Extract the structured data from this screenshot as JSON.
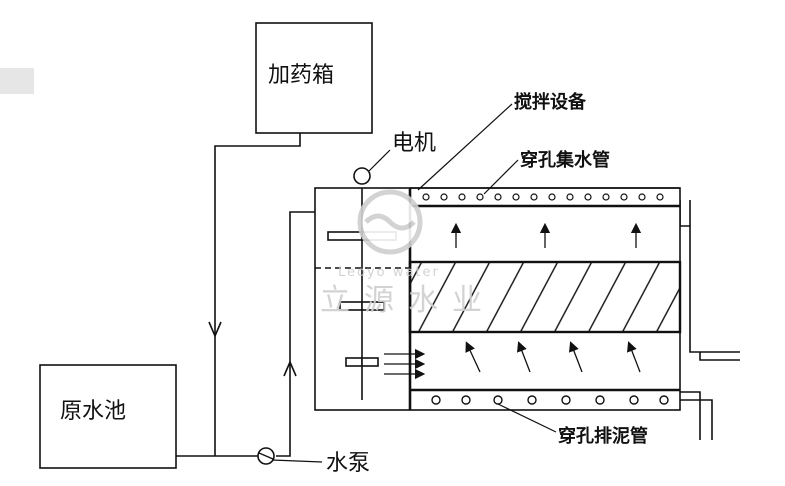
{
  "labels": {
    "dosing_tank": "加药箱",
    "motor": "电机",
    "mixing_equipment": "搅拌设备",
    "perforated_collector": "穿孔集水管",
    "raw_water_pool": "原水池",
    "water_pump": "水泵",
    "perforated_sludge_pipe": "穿孔排泥管"
  },
  "watermark": {
    "brand_en": "Leoyo water",
    "brand_cn": "立源水业"
  },
  "colors": {
    "line": "#111111",
    "fill": "#ffffff",
    "watermark": "#cfcfcf"
  }
}
